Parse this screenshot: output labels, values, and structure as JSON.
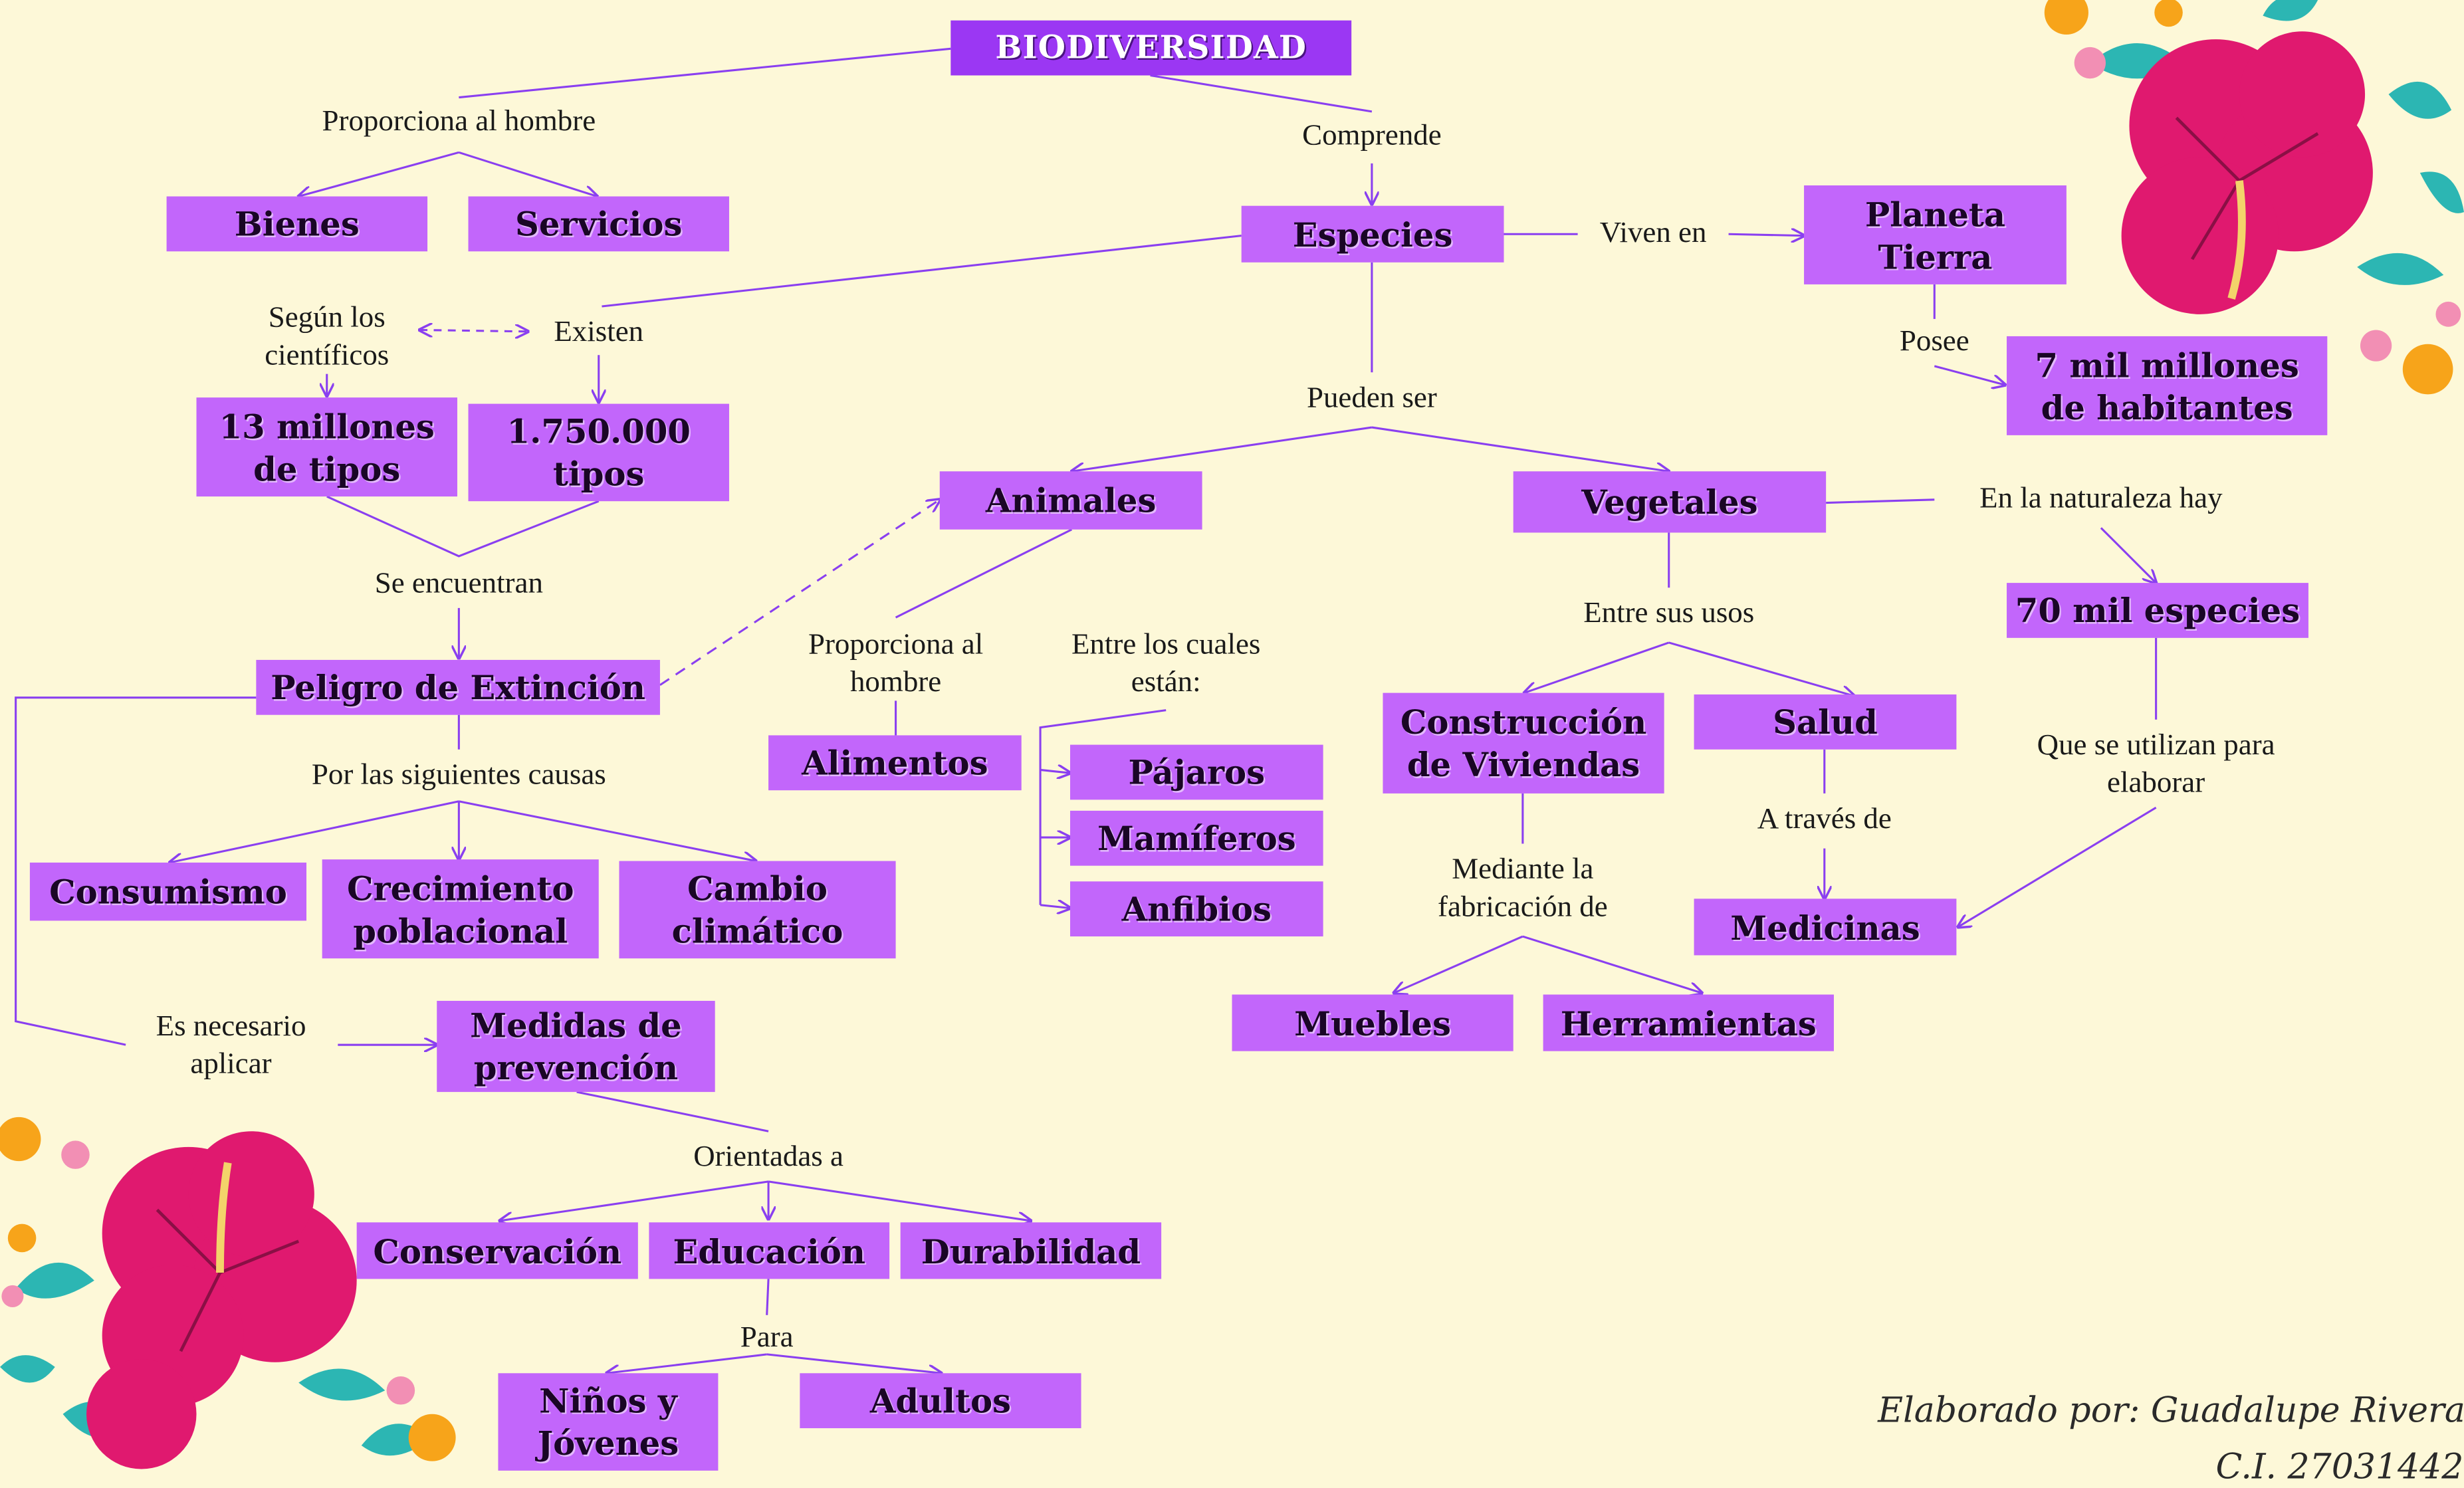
{
  "title": "BIODIVERSIDAD",
  "nodes": {
    "bienes": "Bienes",
    "servicios": "Servicios",
    "especies": "Especies",
    "planeta": "Planeta\nTierra",
    "habitantes": "7 mil millones\nde habitantes",
    "millones13": "13 millones\nde tipos",
    "tipos1750": "1.750.000\ntipos",
    "animales": "Animales",
    "vegetales": "Vegetales",
    "especies70": "70 mil especies",
    "peligro": "Peligro de Extinción",
    "alimentos": "Alimentos",
    "pajaros": "Pájaros",
    "mamiferos": "Mamíferos",
    "anfibios": "Anfibios",
    "construccion": "Construcción\nde Viviendas",
    "salud": "Salud",
    "medicinas": "Medicinas",
    "consumismo": "Consumismo",
    "crecimiento": "Crecimiento\npoblacional",
    "cambio": "Cambio\nclimático",
    "medidas": "Medidas de\nprevención",
    "muebles": "Muebles",
    "herramientas": "Herramientas",
    "conservacion": "Conservación",
    "educacion": "Educación",
    "durabilidad": "Durabilidad",
    "ninos": "Niños y\nJóvenes",
    "adultos": "Adultos"
  },
  "labels": {
    "proporciona1": "Proporciona al hombre",
    "comprende": "Comprende",
    "viven": "Viven en",
    "posee": "Posee",
    "segun": "Según los\ncientíficos",
    "existen": "Existen",
    "pueden": "Pueden ser",
    "naturaleza": "En la naturaleza hay",
    "encuentran": "Se encuentran",
    "proporciona2": "Proporciona al\nhombre",
    "entre_cuales": "Entre los cuales\nestán:",
    "usos": "Entre sus usos",
    "causas": "Por las siguientes causas",
    "traves": "A través de",
    "utilizan": "Que se utilizan para\nelaborar",
    "mediante": "Mediante la\nfabricación de",
    "necesario": "Es necesario\naplicar",
    "orientadas": "Orientadas a",
    "para": "Para"
  },
  "credit": {
    "line1": "Elaborado por: Guadalupe Rivera Neris",
    "line2": "C.I. 27031442"
  },
  "colors": {
    "background": "#fdf8d8",
    "node": "#c266fb",
    "title": "#9b37f3",
    "connector": "#8a3ff0",
    "flower": "#e0196f",
    "leaf": "#2cb6b3"
  },
  "icons": [
    "hibiscus-flower-decoration"
  ]
}
